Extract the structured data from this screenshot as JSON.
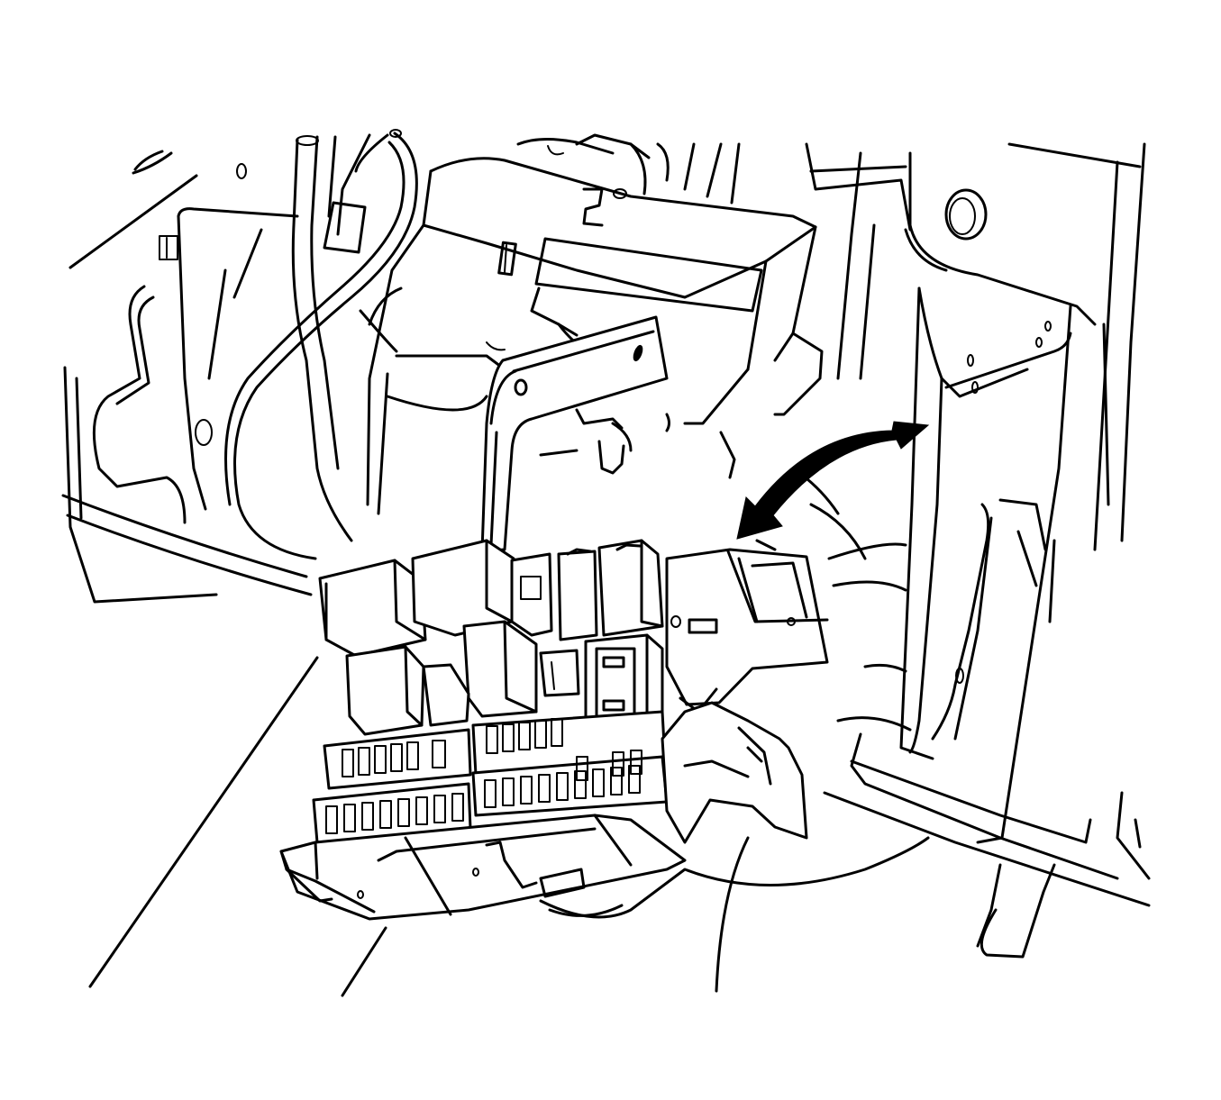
{
  "figure": {
    "type": "line-art illustration",
    "line_color": "#000000",
    "background_color": "#ffffff",
    "components": [
      "instrument-panel-module",
      "mounting-bracket",
      "fuse-relay-center",
      "wiring-harness",
      "rotation-arrow",
      "dash-frame-structure"
    ]
  }
}
